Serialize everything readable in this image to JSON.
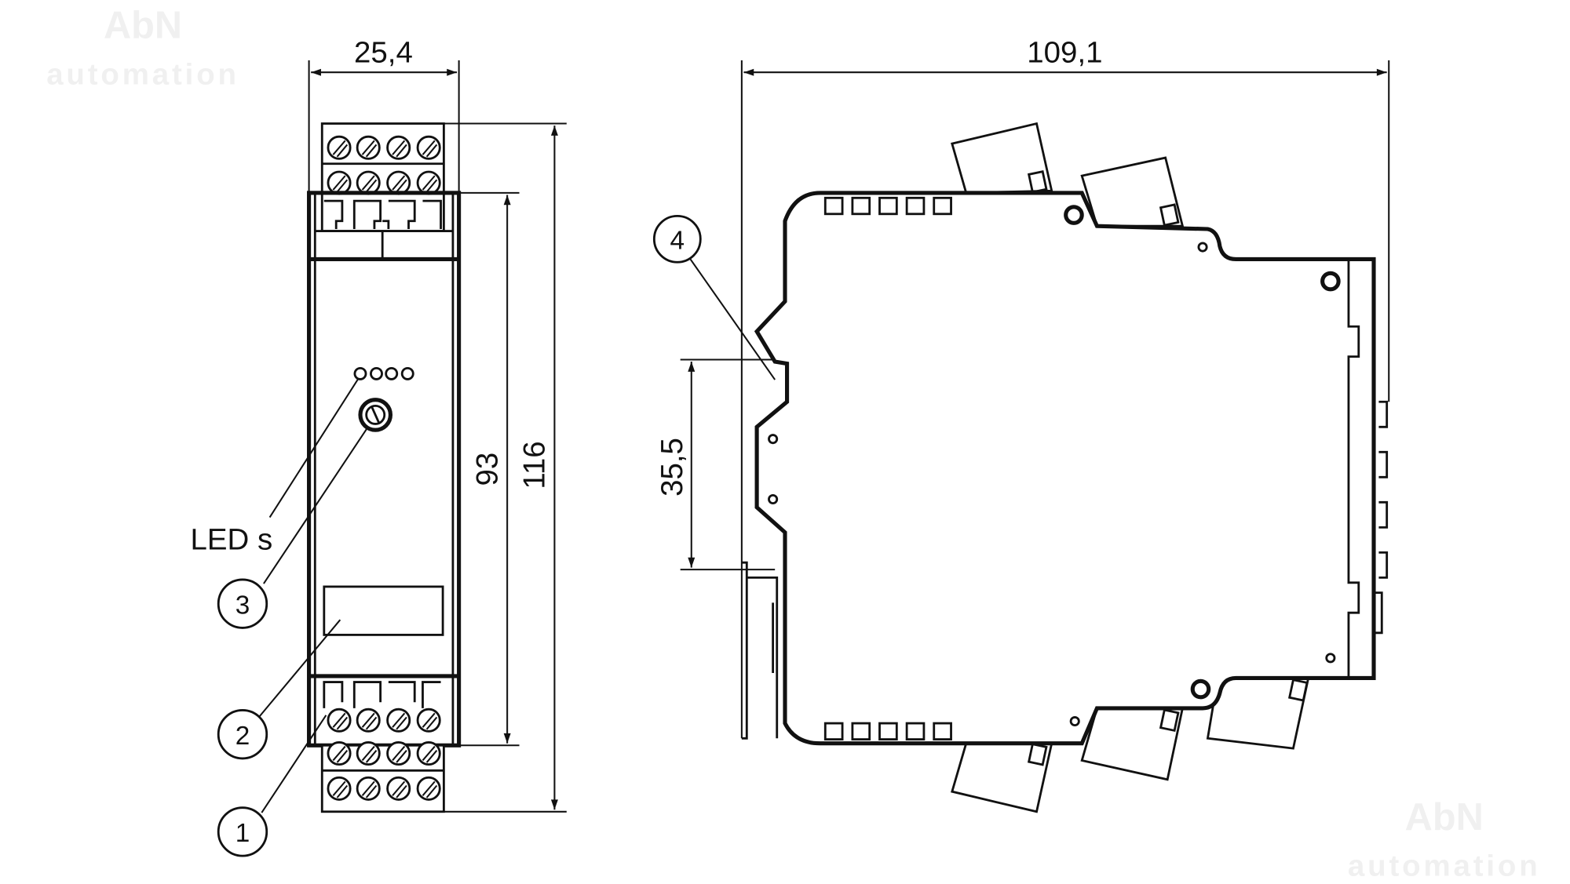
{
  "watermark": {
    "line1": "AbN",
    "line2": "automation"
  },
  "front_view": {
    "width_dim": "25,4",
    "height_inner_dim": "93",
    "height_total_dim": "116",
    "leds_label": "LED s",
    "callouts": [
      "1",
      "2",
      "3"
    ]
  },
  "side_view": {
    "depth_dim": "109,1",
    "rail_dim": "35,5",
    "callouts": [
      "4"
    ]
  },
  "colors": {
    "line": "#111111",
    "watermark": "#f0f0f0",
    "background": "#ffffff"
  }
}
